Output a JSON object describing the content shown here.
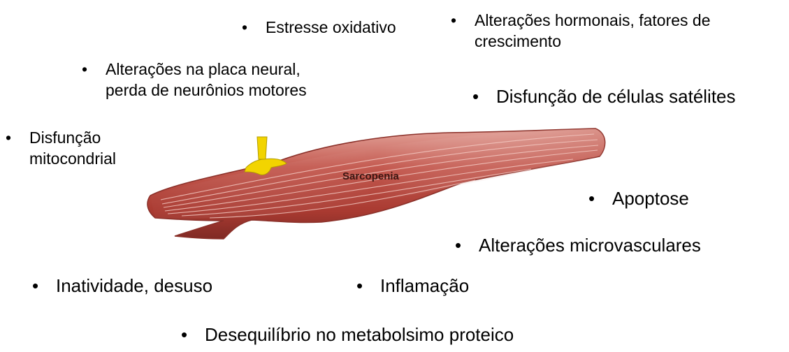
{
  "factors": {
    "oxidative_stress": "Estresse oxidativo",
    "hormonal": [
      "Alterações hormonais, fatores de",
      "crescimento"
    ],
    "neural": [
      "Alterações na placa neural,",
      "perda de neurônios motores"
    ],
    "satellite": "Disfunção de células satélites",
    "mitochondrial": [
      "Disfunção",
      "mitocondrial"
    ],
    "apoptosis": "Apoptose",
    "microvascular": "Alterações microvasculares",
    "inactivity": "Inatividade, desuso",
    "inflammation": "Inflamação",
    "protein": "Desequilíbrio no metabolsimo proteico"
  },
  "center_label": "Sarcopenia",
  "bullet": "•",
  "colors": {
    "muscle_main": "#b8423a",
    "muscle_light": "#d98d84",
    "muscle_dark": "#7a2620",
    "nerve": "#f0d200"
  },
  "icon": "muscle-illustration"
}
